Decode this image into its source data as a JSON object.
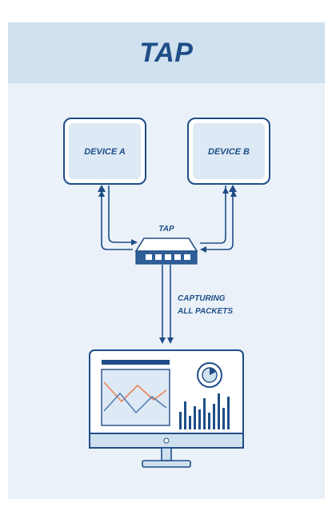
{
  "header": {
    "title": "TAP"
  },
  "devices": [
    {
      "label": "DEVICE A"
    },
    {
      "label": "DEVICE B"
    }
  ],
  "tap": {
    "label": "TAP"
  },
  "flow": {
    "line1": "CAPTURING",
    "line2": "ALL PACKETS"
  },
  "colors": {
    "background": "#eaf1f8",
    "header": "#cfe0ee",
    "accent": "#1f4d87",
    "chart_line_1": "#e8845a",
    "chart_line_2": "#5a7fb8"
  }
}
